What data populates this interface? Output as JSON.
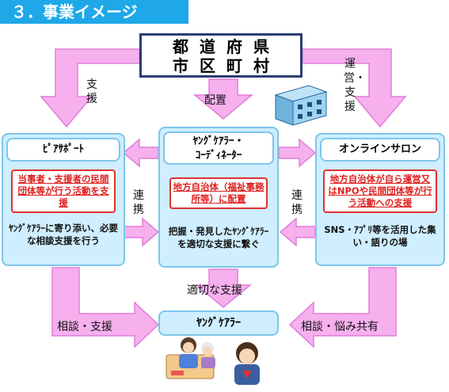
{
  "title": "３．事業イメージ",
  "top": {
    "line1": "都道府県",
    "line2": "市区町村"
  },
  "arrow_labels": {
    "left_top": "支援",
    "center_top": "配置",
    "right_top": "運営・支援",
    "left_link": "連携",
    "right_link": "連携",
    "center_bottom": "適切な支援",
    "bottom_left": "相談・支援",
    "bottom_right": "相談・悩み共有"
  },
  "left": {
    "heading": "ﾋﾟｱｻﾎﾟｰﾄ",
    "highlight": "当事者・支援者の民間団体等が行う活動を支援",
    "body": "ﾔﾝｸﾞｹｱﾗｰに寄り添い、必要な相談支援を行う"
  },
  "center": {
    "heading_line1": "ﾔﾝｸﾞｹｱﾗｰ・",
    "heading_line2": "ｺｰﾃﾞｨﾈｰﾀｰ",
    "highlight": "地方自治体（福祉事務所等）に配置",
    "body": "把握・発見したﾔﾝｸﾞｹｱﾗｰを適切な支援に繋ぐ"
  },
  "right": {
    "heading": "オンラインサロン",
    "highlight": "地方自治体が自ら運営又はNPOや民間団体等が行う活動への支援",
    "body": "SNS・ｱﾌﾟﾘ等を活用した集い・語りの場"
  },
  "bottom": {
    "label": "ﾔﾝｸﾞｹｱﾗｰ"
  },
  "colors": {
    "title_bg": "#1ea8e8",
    "panel": "#cfeeff",
    "arrow": "#f6b0ee",
    "accent": "#e02020",
    "top_border": "#2b3d73"
  }
}
